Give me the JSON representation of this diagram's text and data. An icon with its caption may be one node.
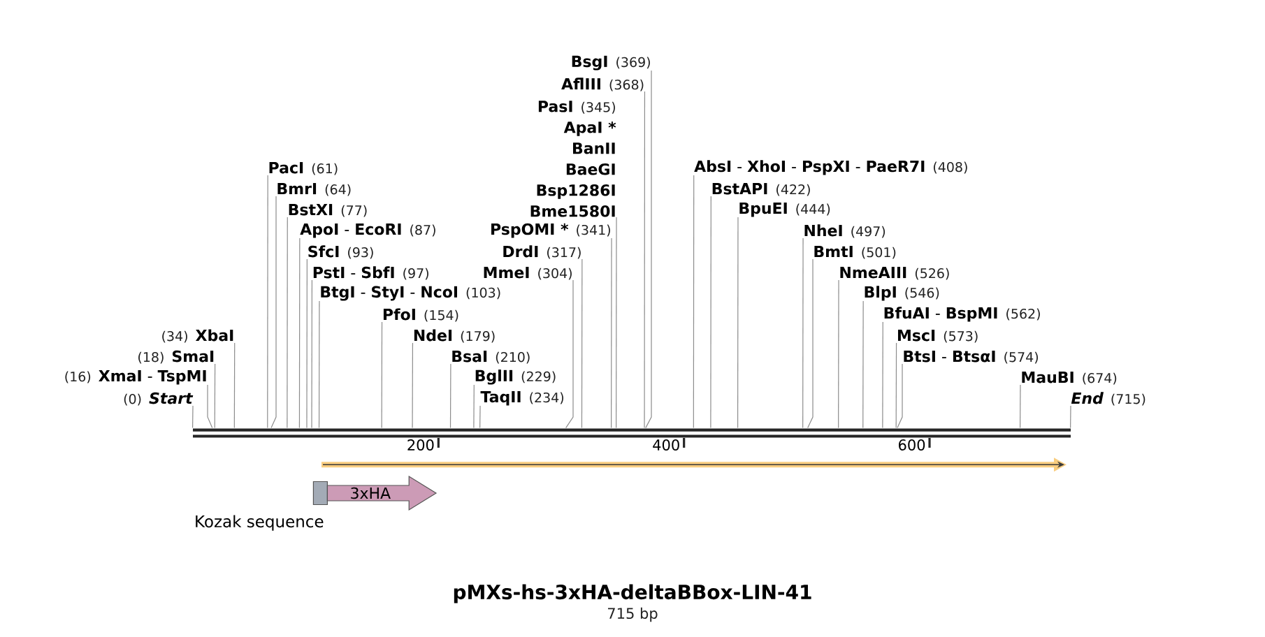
{
  "diagram": {
    "title": "pMXs-hs-3xHA-deltaBBox-LIN-41",
    "nodes": [
      {
        "text": [
          "(0)",
          "Start"
        ]
      },
      {
        "text": [
          "(16)",
          "**XmaI** - **TspMI**"
        ]
      },
      {
        "text": [
          "(18)",
          "SmaI"
        ]
      },
      {
        "text": [
          "(34)",
          "XbaI"
        ]
      },
      {
        "text": [
          "PacI",
          "(61)"
        ]
      },
      {
        "text": [
          "BmrI",
          "(64)"
        ]
      },
      {
        "text": [
          "BstXI",
          "(77)"
        ]
      },
      {
        "text": [
          "**ApoI** - **EcoRI**",
          "(87)"
        ]
      },
      {
        "text": [
          "SfcI",
          "(93)"
        ]
      },
      {
        "text": [
          "**PstI** - **SbfI**",
          "(97)"
        ]
      },
      {
        "text": [
          "**BtgI** - **StyI** - **NcoI**",
          "(103)"
        ]
      },
      {
        "text": [
          "PfoI",
          "(154)"
        ]
      },
      {
        "text": [
          "NdeI",
          "(179)"
        ]
      },
      {
        "text": [
          "BsaI",
          "(210)"
        ]
      },
      {
        "text": [
          "BglII",
          "(229)"
        ]
      },
      {
        "text": [
          "TaqII",
          "(234)"
        ]
      },
      {
        "text": [
          "MmeI",
          "(304)"
        ]
      },
      {
        "text": [
          "DrdI",
          "(317)"
        ]
      },
      {
        "text": [
          "PspOMI *",
          "(341)"
        ]
      },
      {
        "text": [
          "PasI",
          "(345)",
          "ApaI *",
          "BanII",
          "BaeGI",
          "Bsp1286I",
          "Bme1580I"
        ]
      },
      {
        "text": [
          "AflIII",
          "(368)"
        ]
      },
      {
        "text": [
          "BsgI",
          "(369)"
        ]
      },
      {
        "text": [
          "**AbsI** - **XhoI** - **PspXI** - **PaeR7I**",
          "(408)"
        ]
      },
      {
        "text": [
          "BstAPI",
          "(422)"
        ]
      },
      {
        "text": [
          "BpuEI",
          "(444)"
        ]
      },
      {
        "text": [
          "NheI",
          "(497)"
        ]
      },
      {
        "text": [
          "BmtI",
          "(501)"
        ]
      },
      {
        "text": [
          "NmeAIII",
          "(526)"
        ]
      },
      {
        "text": [
          "BlpI",
          "(546)"
        ]
      },
      {
        "text": [
          "**BfuAI** - **BspMI**",
          "(562)"
        ]
      },
      {
        "text": [
          "MscI",
          "(573)"
        ]
      },
      {
        "text": [
          "**BtsI** - **BtsαI**",
          "(574)"
        ]
      },
      {
        "text": [
          "MauBI",
          "(674)"
        ]
      },
      {
        "text": [
          "End",
          "(715)"
        ]
      },
      {
        "text": [],
        "shape": "bar"
      },
      {
        "text": [],
        "shape": "arrow"
      },
      {
        "text": [],
        "shape": "box",
        "beside": [
          "Kozak sequence"
        ]
      },
      {
        "text": [
          "3xHA"
        ]
      }
    ],
    "edges": [
      {
        "from": 0,
        "to": 34,
        "arrow": "none"
      },
      {
        "from": 1,
        "to": 34,
        "arrow": "none"
      },
      {
        "from": 2,
        "to": 34,
        "arrow": "none"
      },
      {
        "from": 3,
        "to": 34,
        "arrow": "none"
      },
      {
        "from": 4,
        "to": 34,
        "arrow": "none"
      },
      {
        "from": 5,
        "to": 34,
        "arrow": "none"
      },
      {
        "from": 6,
        "to": 34,
        "arrow": "none"
      },
      {
        "from": 7,
        "to": 34,
        "arrow": "none"
      },
      {
        "from": 8,
        "to": 34,
        "arrow": "none"
      },
      {
        "from": 9,
        "to": 34,
        "arrow": "none"
      },
      {
        "from": 10,
        "to": 34,
        "arrow": "none"
      },
      {
        "from": 11,
        "to": 34,
        "arrow": "none"
      },
      {
        "from": 12,
        "to": 34,
        "arrow": "none"
      },
      {
        "from": 13,
        "to": 34,
        "arrow": "none"
      },
      {
        "from": 14,
        "to": 34,
        "arrow": "none"
      },
      {
        "from": 15,
        "to": 34,
        "arrow": "none"
      },
      {
        "from": 16,
        "to": 34,
        "arrow": "none"
      },
      {
        "from": 17,
        "to": 34,
        "arrow": "none"
      },
      {
        "from": 18,
        "to": 34,
        "arrow": "none"
      },
      {
        "from": 19,
        "to": 34,
        "arrow": "none"
      },
      {
        "from": 20,
        "to": 34,
        "arrow": "none"
      },
      {
        "from": 21,
        "to": 34,
        "arrow": "none"
      },
      {
        "from": 22,
        "to": 34,
        "arrow": "none"
      },
      {
        "from": 23,
        "to": 34,
        "arrow": "none"
      },
      {
        "from": 24,
        "to": 34,
        "arrow": "none"
      },
      {
        "from": 25,
        "to": 34,
        "arrow": "none"
      },
      {
        "from": 26,
        "to": 34,
        "arrow": "none"
      },
      {
        "from": 27,
        "to": 34,
        "arrow": "none"
      },
      {
        "from": 28,
        "to": 34,
        "arrow": "none"
      },
      {
        "from": 29,
        "to": 34,
        "arrow": "none"
      },
      {
        "from": 30,
        "to": 34,
        "arrow": "none"
      },
      {
        "from": 31,
        "to": 34,
        "arrow": "none"
      },
      {
        "from": 32,
        "to": 34,
        "arrow": "none"
      },
      {
        "from": 33,
        "to": 34,
        "arrow": "none"
      }
    ],
    "labels": [
      "200",
      "400",
      "600",
      "715 bp"
    ]
  }
}
